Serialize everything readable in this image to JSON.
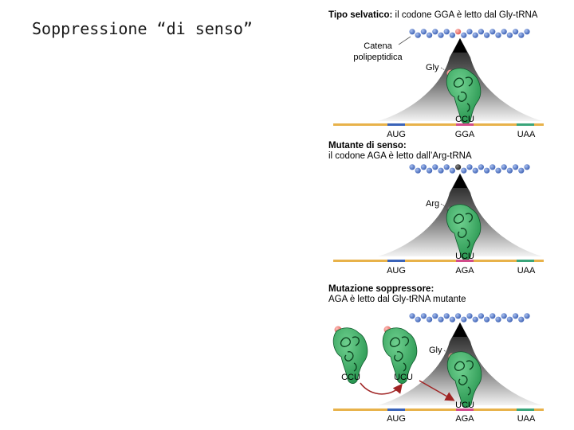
{
  "slide": {
    "title": "Soppressione “di senso”"
  },
  "panels": [
    {
      "heading_bold": "Tipo selvatico:",
      "heading_rest": " il codone GGA è letto dal Gly-tRNA",
      "chain_label_1": "Catena",
      "chain_label_2": "polipeptidica",
      "aa_label": "Gly",
      "anticodon": "CCU",
      "codon_start": "AUG",
      "codon_mid": "GGA",
      "codon_stop": "UAA"
    },
    {
      "heading_bold": "Mutante di senso:",
      "heading_line2": "il codone AGA è letto dall’Arg-tRNA",
      "aa_label": "Arg",
      "anticodon": "UCU",
      "codon_start": "AUG",
      "codon_mid": "AGA",
      "codon_stop": "UAA"
    },
    {
      "heading_bold": "Mutazione soppressore:",
      "heading_line2": "AGA è letto dal Gly-tRNA mutante",
      "aa_label": "Gly",
      "trna_free_1": "CCU",
      "trna_free_2": "UCU",
      "anticodon": "UCU",
      "codon_start": "AUG",
      "codon_mid": "AGA",
      "codon_stop": "UAA"
    }
  ],
  "colors": {
    "mrna": "#e8b24a",
    "codon_start": "#3a63b8",
    "codon_mid": "#d24b8a",
    "codon_stop": "#3aa57a",
    "bead": "#5b7fd1",
    "bead_wt": "#f07a72",
    "bead_arg": "#333333",
    "trna": "#2fae5f",
    "arrow": "#a02424"
  }
}
